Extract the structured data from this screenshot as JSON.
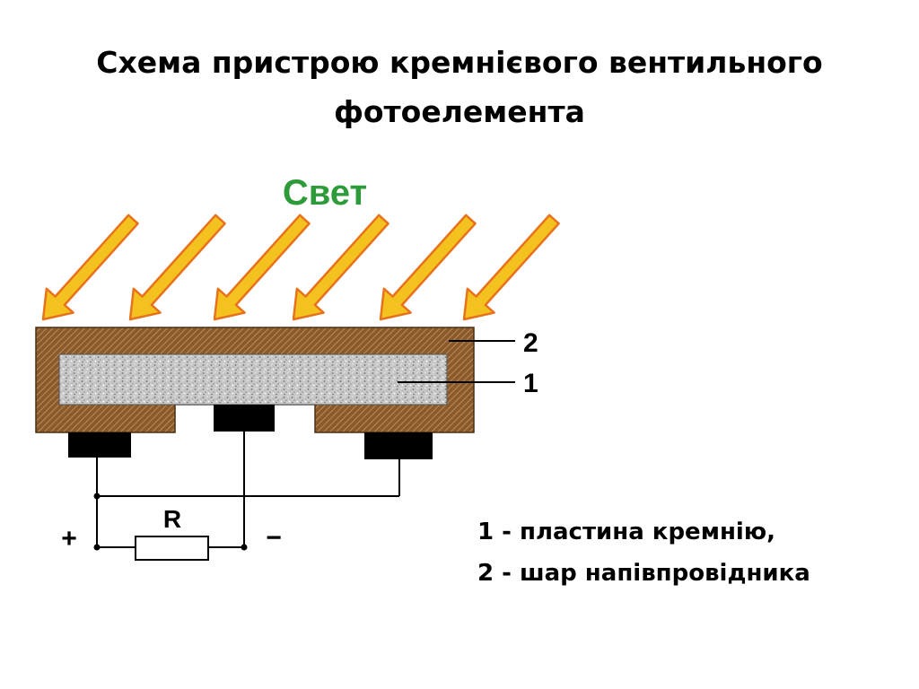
{
  "title": {
    "line1": "Схема пристрою кремнієвого вентильного",
    "line2": "фотоелемента"
  },
  "diagram": {
    "light_label": "Свет",
    "label_layer": "2",
    "label_plate": "1",
    "resistor_label": "R",
    "plus_sign": "+",
    "minus_sign": "−",
    "colors": {
      "light_text": "#2e9b3a",
      "arrow_fill": "#f4c21f",
      "arrow_stroke": "#e8711c",
      "semiconductor_layer": "#8a5a2b",
      "silicon_plate": "#c8c8c8",
      "contacts": "#000000"
    }
  },
  "legend": {
    "item1": "1 - пластина кремнію,",
    "item2": "2 - шар напівпровідника"
  }
}
